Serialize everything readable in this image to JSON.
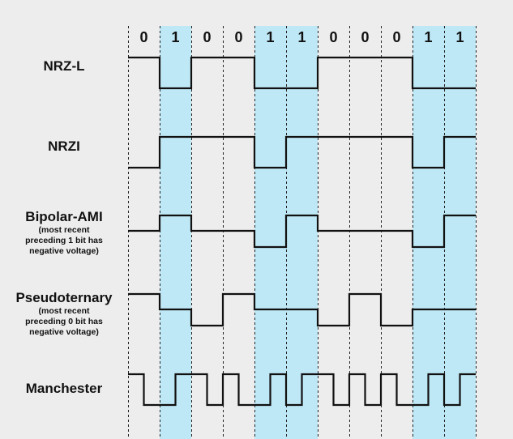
{
  "bits": [
    "0",
    "1",
    "0",
    "0",
    "1",
    "1",
    "0",
    "0",
    "0",
    "1",
    "1"
  ],
  "colors": {
    "background": "#ededed",
    "highlight": "#bfe8f6",
    "signal": "#111111",
    "gridline": "#222222"
  },
  "rows": [
    {
      "id": "nrz-l",
      "title": "NRZ-L",
      "note": "",
      "levels": [
        1,
        0,
        1,
        1,
        0,
        0,
        1,
        1,
        1,
        0,
        0
      ]
    },
    {
      "id": "nrzi",
      "title": "NRZI",
      "note": "",
      "start": 0,
      "levels": [
        0,
        1,
        1,
        1,
        0,
        1,
        1,
        1,
        1,
        0,
        1
      ]
    },
    {
      "id": "bipolar-ami",
      "title": "Bipolar-AMI",
      "note_lines": [
        "(most recent",
        "preceding 1 bit has",
        "negative voltage)"
      ],
      "levels": [
        0,
        1,
        0,
        0,
        -1,
        1,
        0,
        0,
        0,
        -1,
        1
      ]
    },
    {
      "id": "pseudoternary",
      "title": "Pseudoternary",
      "note_lines": [
        "(most recent",
        "preceding 0 bit has",
        "negative voltage)"
      ],
      "levels": [
        1,
        0,
        -1,
        1,
        0,
        0,
        -1,
        1,
        -1,
        0,
        0
      ]
    },
    {
      "id": "manchester",
      "title": "Manchester",
      "note": "",
      "halves": [
        [
          1,
          0
        ],
        [
          0,
          1
        ],
        [
          1,
          0
        ],
        [
          1,
          0
        ],
        [
          0,
          1
        ],
        [
          0,
          1
        ],
        [
          1,
          0
        ],
        [
          1,
          0
        ],
        [
          1,
          0
        ],
        [
          0,
          1
        ],
        [
          0,
          1
        ]
      ]
    }
  ]
}
